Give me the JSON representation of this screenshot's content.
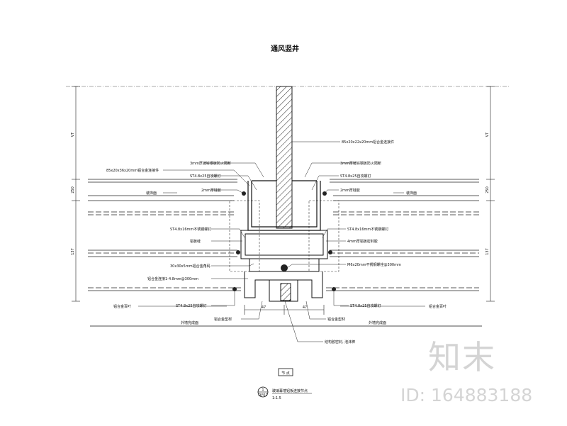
{
  "title": "通风竖井",
  "labels": {
    "top_right_fastener": "85x20x22x20mm铝合金连接件",
    "top_left_fastener": "85x20x36x20mm铝合金连接件",
    "left_steel_plate": "3mm厚镀锌钢板防火隔断",
    "right_steel_plate": "3mm厚镀锌钢板防火隔断",
    "left_screw_top": "ST4.8x25自攻螺钉",
    "right_screw_top": "ST4.8x25自攻螺钉",
    "left_sealant": "2mm厚硅胶",
    "right_sealant": "2mm厚硅胶",
    "left_panel": "装饰面",
    "right_panel": "装饰面",
    "left_screw_mid": "ST4.8x16mm不锈钢螺钉",
    "right_screw_mid": "ST4.8x16mm不锈钢螺钉",
    "left_fill": "铝板缝",
    "right_fill": "4mm厚铝板密封胶",
    "left_angle": "30x30x5mm铝合金角码",
    "right_bolt": "M6x20mm不锈钢螺栓@300mm",
    "left_bolt": "铝合金连接1-4.8mm@300mm",
    "left_screw_bot": "ST4.8x25自攻螺钉",
    "right_screw_bot": "ST4.8x25自攻螺钉",
    "left_bottom_label": "铝合金百叶",
    "right_bottom_label": "铝合金百叶",
    "left_profile": "铝合金型材",
    "right_profile": "铝合金型材",
    "left_line_label": "外墙完成面",
    "right_line_label": "外墙完成面",
    "center_note": "结构胶密封, 泡沫棒",
    "stamp": "节 点",
    "caption": "玻璃幕墙铝板连接节点",
    "scale": "1:1.5",
    "detail_no": "1",
    "detail_ref": "QY02"
  },
  "dimensions": {
    "left_upper": "VT",
    "left_mid": "250",
    "left_lower": "137",
    "right_upper": "VT",
    "right_mid": "250",
    "right_lower": "137",
    "bottom_left": "47",
    "bottom_right": "47"
  },
  "watermark": {
    "logo": "知末",
    "id": "ID: 164883188"
  }
}
